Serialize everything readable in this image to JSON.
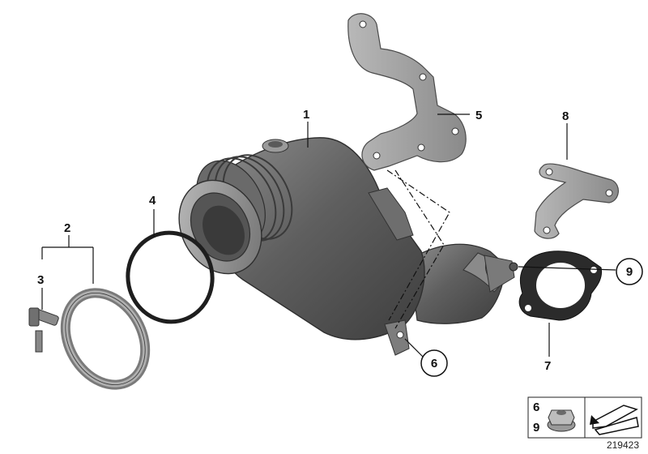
{
  "diagram": {
    "parts": [
      {
        "id": "1",
        "name": "catalytic-converter"
      },
      {
        "id": "2",
        "name": "v-band-clamp"
      },
      {
        "id": "3",
        "name": "clamp-bolt"
      },
      {
        "id": "4",
        "name": "sealing-ring"
      },
      {
        "id": "5",
        "name": "upper-bracket"
      },
      {
        "id": "6",
        "name": "hex-nut"
      },
      {
        "id": "7",
        "name": "gasket"
      },
      {
        "id": "8",
        "name": "side-bracket"
      },
      {
        "id": "9",
        "name": "stud-nut"
      }
    ],
    "labels": {
      "l1": "1",
      "l2": "2",
      "l3": "3",
      "l4": "4",
      "l5": "5",
      "l6": "6",
      "l7": "7",
      "l8": "8",
      "l9": "9"
    },
    "legend": {
      "top": "6",
      "bottom": "9"
    },
    "diagram_number": "219423"
  }
}
